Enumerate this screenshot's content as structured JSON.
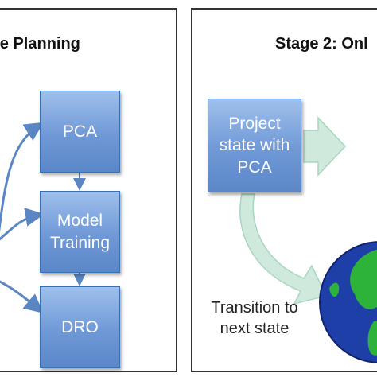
{
  "stage1": {
    "title": "ine Planning",
    "boxes": {
      "pca": "PCA",
      "model_training": "Model Training",
      "dro": "DRO"
    }
  },
  "stage2": {
    "title": "Stage 2: Onl",
    "project_box": "Project state with PCA",
    "transition_label": "Transition to next state"
  },
  "colors": {
    "box_top": "#9fc0ec",
    "box_bottom": "#5b87c9",
    "arrow_blue": "#5a86c4",
    "arrow_green": "#cfe9dc",
    "globe_ocean": "#1f3fa8",
    "globe_land": "#2db33a"
  },
  "icons": [
    "globe-icon"
  ]
}
